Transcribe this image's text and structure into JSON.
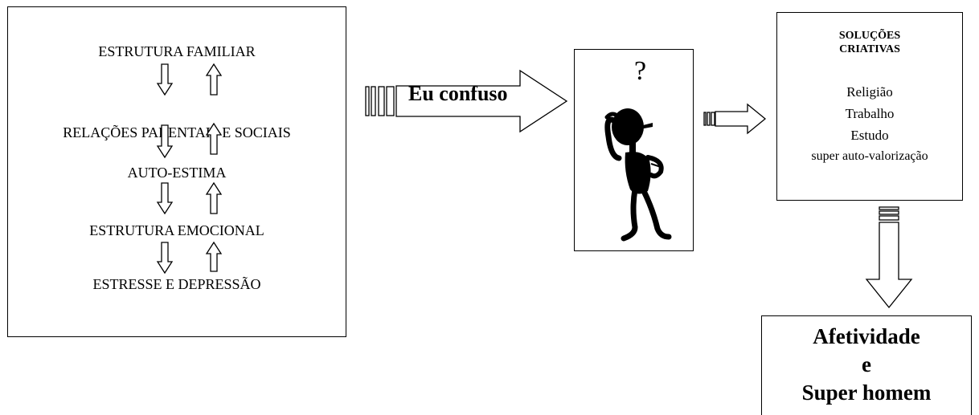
{
  "left_panel": {
    "levels": [
      "ESTRUTURA FAMILIAR",
      "RELAÇÕES PARENTAIS E SOCIAIS",
      "AUTO-ESTIMA",
      "ESTRUTURA EMOCIONAL",
      "ESTRESSE E DEPRESSÃO"
    ]
  },
  "main_arrow": {
    "label": "Eu confuso"
  },
  "figure": {
    "question_mark": "?",
    "icon": "confused-man-icon"
  },
  "solutions": {
    "title_line1": "SOLUÇÕES",
    "title_line2": "CRIATIVAS",
    "items": [
      "Religião",
      "Trabalho",
      "Estudo",
      "super auto-valorização"
    ]
  },
  "result": {
    "line1": "Afetividade",
    "line2": "e",
    "line3": "Super homem"
  },
  "colors": {
    "stroke": "#000000",
    "fill": "#ffffff",
    "figure": "#000000"
  }
}
